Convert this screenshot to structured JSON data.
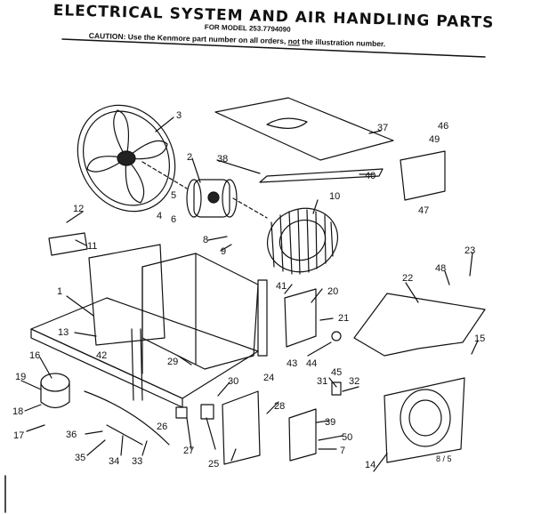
{
  "header": {
    "title": "ELECTRICAL SYSTEM AND AIR HANDLING PARTS",
    "model_line": "FOR MODEL 253.7794090",
    "caution_prefix": "CAUTION: Use the Kenmore part number on all orders,",
    "caution_emphasis": "not",
    "caution_suffix": "the illustration number."
  },
  "page_number": "8 / 5",
  "callouts": [
    "1",
    "2",
    "3",
    "4",
    "5",
    "6",
    "7",
    "8",
    "9",
    "10",
    "11",
    "12",
    "13",
    "14",
    "15",
    "16",
    "17",
    "18",
    "19",
    "20",
    "21",
    "22",
    "23",
    "24",
    "25",
    "26",
    "27",
    "28",
    "29",
    "30",
    "31",
    "32",
    "33",
    "34",
    "35",
    "36",
    "37",
    "38",
    "39",
    "40",
    "41",
    "42",
    "43",
    "44",
    "45",
    "46",
    "47",
    "48",
    "49",
    "50"
  ]
}
